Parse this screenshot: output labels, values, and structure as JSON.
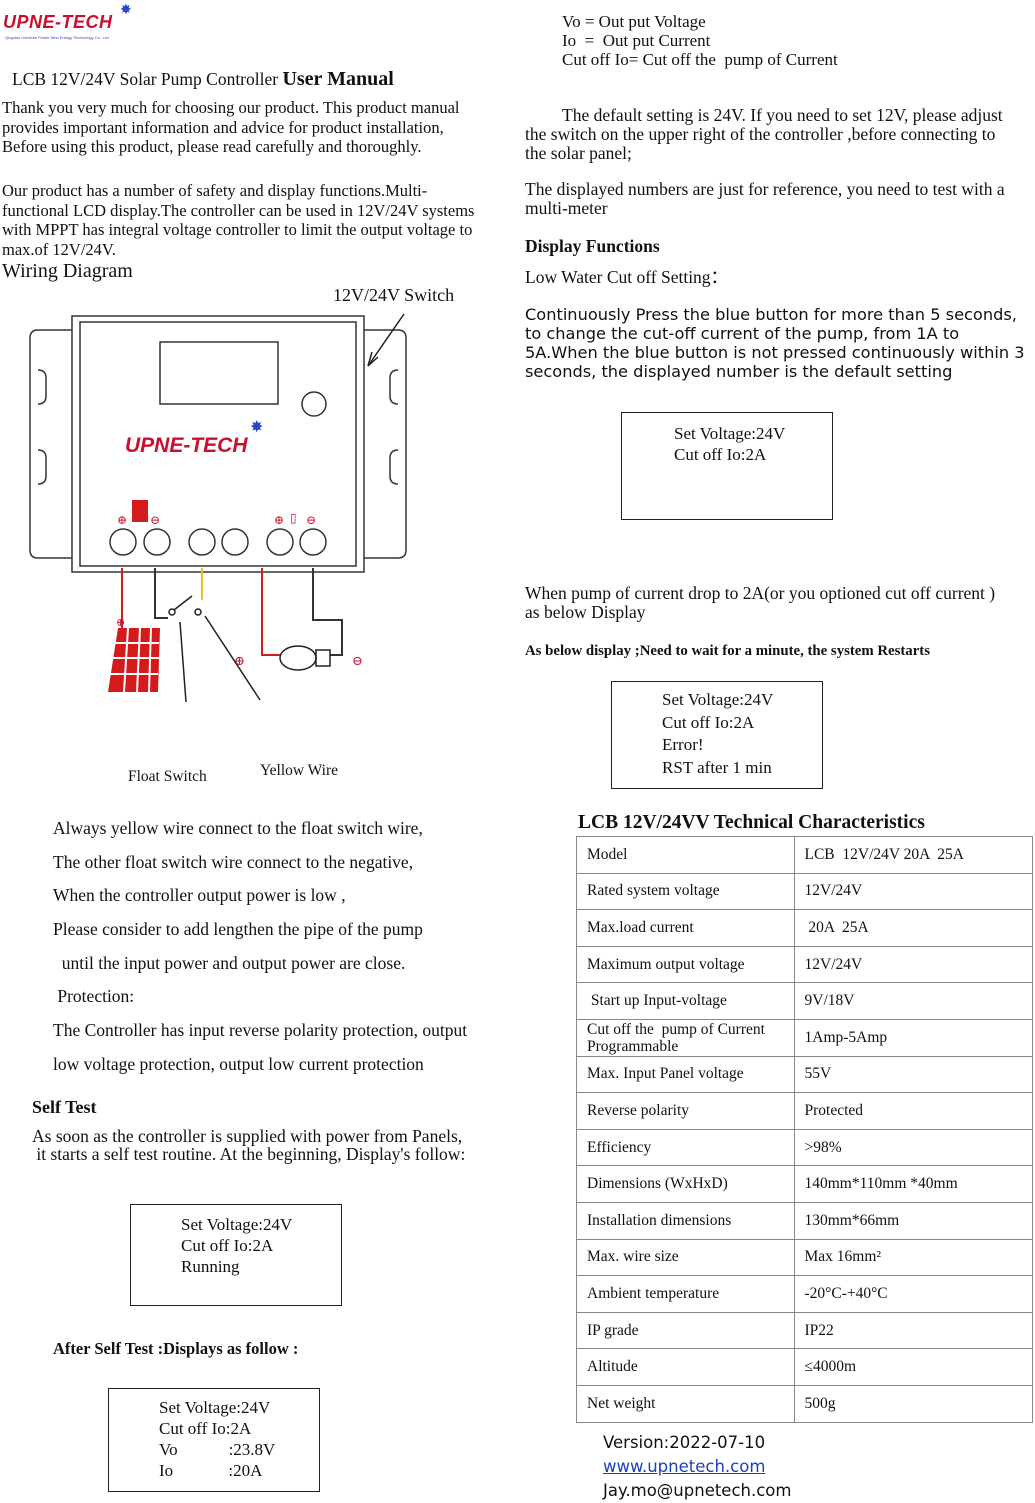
{
  "header": {
    "logo": "UPNE-TECH",
    "logo_sub": "Qingdao Universe Power New Energy Technology Co., Ltd",
    "title_main": "LCB 12V/24V  Solar Pump Controller ",
    "title_bold": "User Manual"
  },
  "legend": {
    "vo": "Vo = Out put Voltage",
    "io": "Io  =  Out put Current",
    "cutoff": "Cut off Io= Cut off the  pump of Current"
  },
  "intro": {
    "para1": "Thank you very much for choosing our product. This product manual provides important information and advice for product installation, Before using this product, please read carefully and thoroughly.",
    "para2": "Our product has a number of safety and display functions.Multi-functional LCD display.The controller can be used in 12V/24V systems with MPPT has integral voltage controller to limit the output voltage to max.of 12V/24V."
  },
  "wiring": {
    "heading": "Wiring Diagram",
    "switch_label": "12V/24V Switch",
    "device_logo": "UPNE-TECH",
    "float_switch": "Float Switch",
    "yellow_wire": "Yellow Wire"
  },
  "notes": [
    "Always yellow wire connect to the float switch wire,",
    "The other float switch wire connect to the negative,",
    "When the controller output power is low ,",
    "Please consider to add lengthen the pipe of the pump",
    "  until the input power and output power are close.",
    " Protection:",
    "The Controller has input reverse polarity protection, output",
    "low voltage protection, output low current protection"
  ],
  "self_test": {
    "heading": "Self Test",
    "text1": "As soon as the controller is supplied with power from Panels,",
    "text2": " it starts a self test routine. At the beginning, Display's follow:",
    "display": [
      "Set Voltage:24V",
      "Cut off Io:2A",
      "Running"
    ],
    "after_heading": "After Self Test :Displays as follow :",
    "after_display": [
      "Set Voltage:24V",
      "Cut off Io:2A",
      "Vo            :23.8V",
      "Io             :20A"
    ]
  },
  "right": {
    "default_setting": "The default setting is 24V. If you need to set 12V, please adjust the switch on the upper right of the controller ,before connecting to the solar panel;",
    "reference": "The displayed numbers are just for reference, you need to test with a multi-meter",
    "display_functions": "Display Functions",
    "low_water": "Low Water Cut off Setting：",
    "continuous": "Continuously Press the blue button for more than 5 seconds, to change the cut-off current of the pump, from 1A to 5A.When the blue button is not pressed continuously within 3 seconds, the displayed number is the default setting",
    "display1": [
      "Set Voltage:24V",
      "Cut off Io:2A"
    ],
    "drop_text": "When pump of current drop to 2A(or you optioned cut off current ) as below Display",
    "below_display": "As below display ;Need to wait for a minute, the system Restarts",
    "display2": [
      "Set Voltage:24V",
      "Cut off Io:2A",
      "Error!",
      "RST after 1 min"
    ]
  },
  "specs": {
    "title": "LCB 12V/24VV Technical Characteristics",
    "rows": [
      [
        "Model",
        "LCB  12V/24V 20A  25A"
      ],
      [
        "Rated system voltage",
        "12V/24V"
      ],
      [
        "Max.load current",
        " 20A  25A"
      ],
      [
        "Maximum output voltage",
        "12V/24V"
      ],
      [
        " Start up Input-voltage",
        "9V/18V"
      ],
      [
        "Cut off the  pump of Current Programmable",
        "1Amp-5Amp"
      ],
      [
        "Max. Input Panel voltage",
        "55V"
      ],
      [
        "Reverse polarity",
        "Protected"
      ],
      [
        "Efficiency",
        ">98%"
      ],
      [
        "Dimensions (WxHxD)",
        "140mm*110mm *40mm"
      ],
      [
        "Installation dimensions",
        "130mm*66mm"
      ],
      [
        "Max. wire size",
        "Max 16mm²"
      ],
      [
        "Ambient temperature",
        "-20°C-+40°C"
      ],
      [
        "IP grade",
        "IP22"
      ],
      [
        "Altitude",
        "≤4000m"
      ],
      [
        "Net weight",
        "500g"
      ]
    ]
  },
  "footer": {
    "version": "Version:2022-07-10",
    "website": "www.upnetech.com",
    "email": "Jay.mo@upnetech.com"
  }
}
